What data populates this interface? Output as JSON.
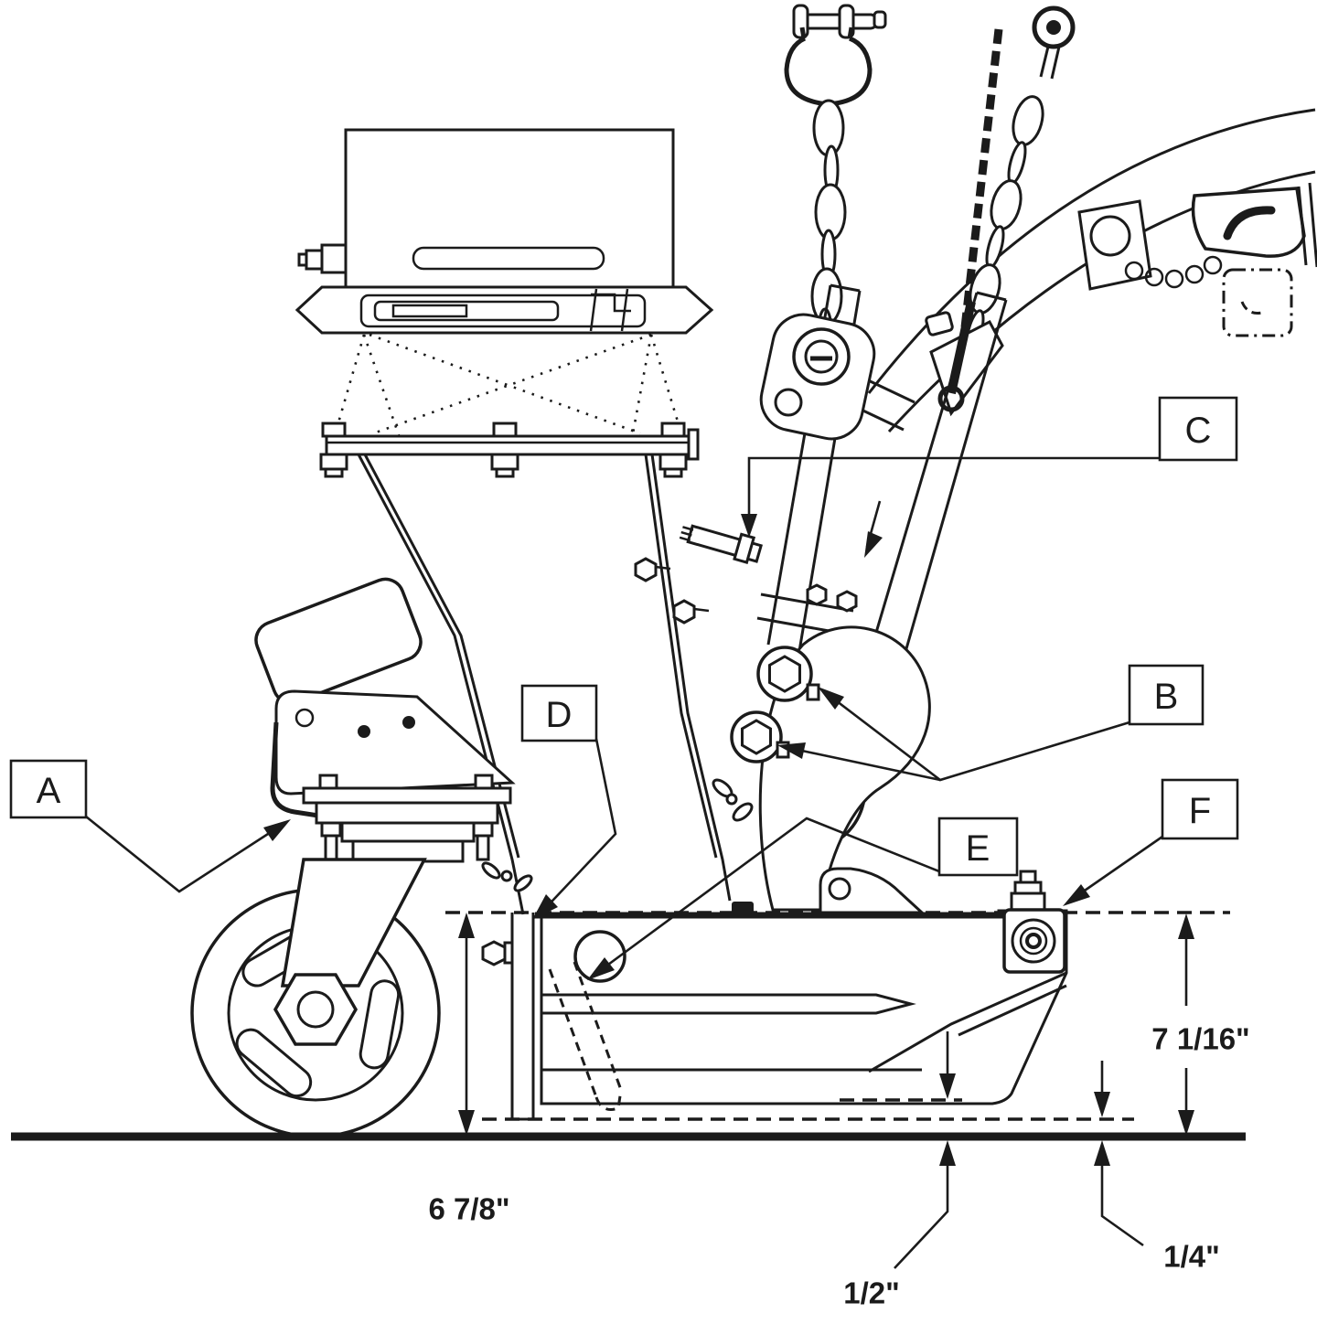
{
  "diagram": {
    "background": "#ffffff",
    "line_color": "#1b1b1b",
    "callouts": {
      "a": "A",
      "b": "B",
      "c": "C",
      "d": "D",
      "e": "E",
      "f": "F"
    },
    "dimensions": {
      "deck_left_height": "6 7/8\"",
      "deck_right_height": "7 1/16\"",
      "rear_skid_gap": "1/2\"",
      "side_skid_gap": "1/4\""
    }
  }
}
